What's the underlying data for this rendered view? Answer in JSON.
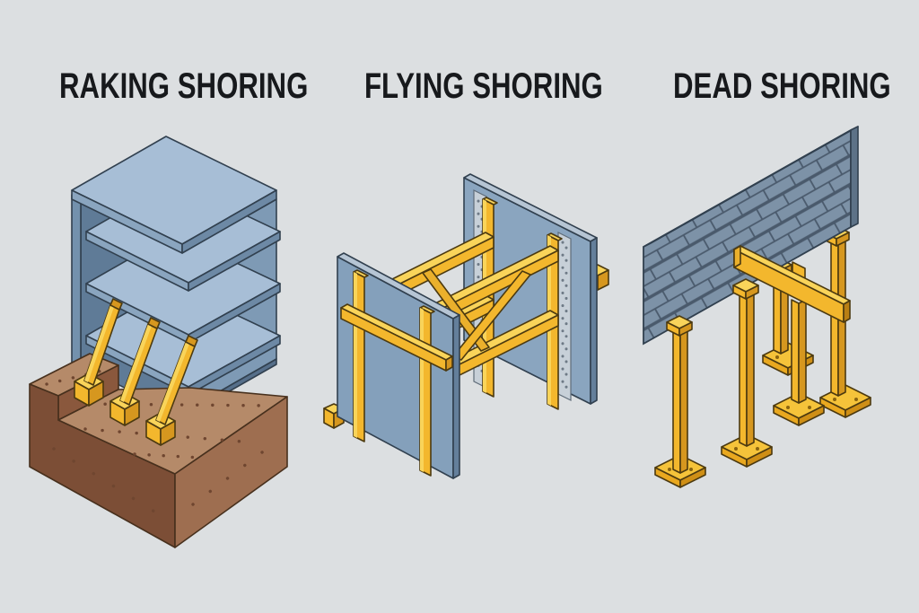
{
  "page": {
    "background_color": "#dcdfe1",
    "text_color": "#17191c"
  },
  "panels": [
    {
      "title": "RAKING SHORING",
      "illustration": "raking-shoring-diagram",
      "components": [
        "building with floor slabs",
        "excavated ground block",
        "three inclined raking shores",
        "sole plate footings"
      ]
    },
    {
      "title": "FLYING SHORING",
      "illustration": "flying-shoring-diagram",
      "components": [
        "two parallel walls",
        "horizontal flying shores",
        "diagonal struts",
        "wall plates",
        "riveted strips",
        "needle blocks"
      ]
    },
    {
      "title": "DEAD SHORING",
      "illustration": "dead-shoring-diagram",
      "components": [
        "brick wall",
        "needle beam",
        "vertical dead shores",
        "head plates",
        "base plates"
      ]
    }
  ],
  "colors": {
    "structure_blue": "#8aa5bf",
    "structure_blue_light": "#a7bed6",
    "structure_blue_dark": "#6d89a5",
    "timber_yellow": "#f3b72d",
    "timber_yellow_light": "#f9d45a",
    "timber_yellow_dark": "#d6971f",
    "earth_brown": "#9e6e50",
    "earth_brown_light": "#b58a69",
    "earth_brown_dark": "#7c4e36",
    "brick_grey_blue": "#7d92a7"
  }
}
